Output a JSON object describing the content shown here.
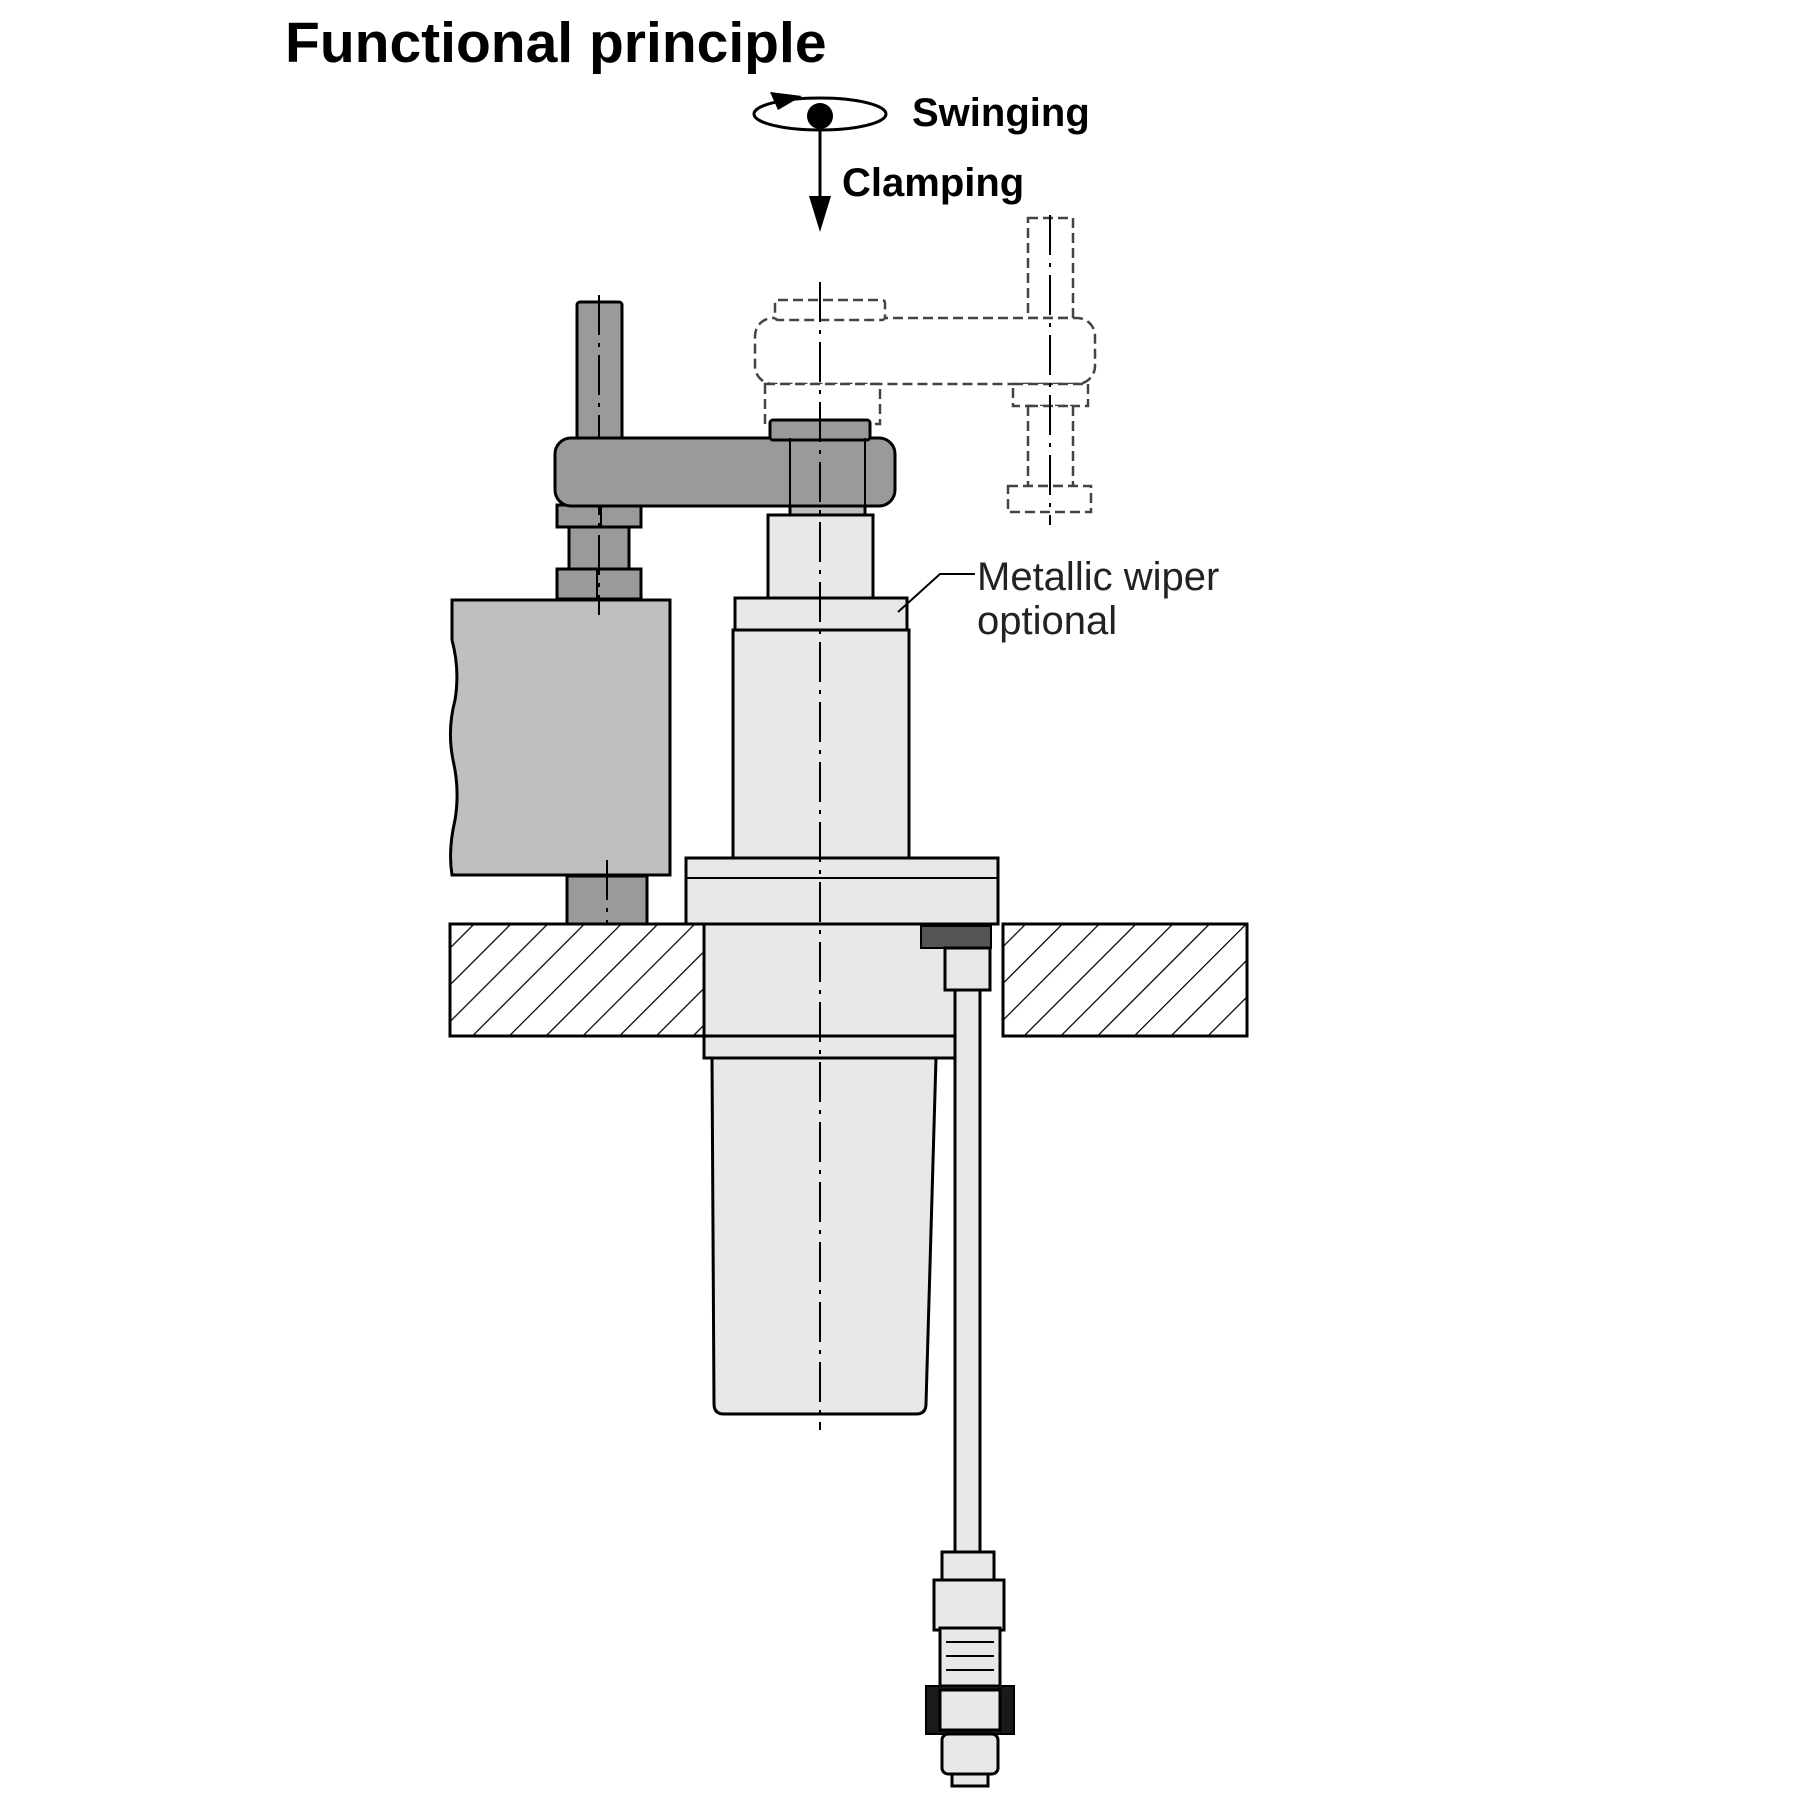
{
  "title": "Functional principle",
  "motion_labels": {
    "swinging": "Swinging",
    "clamping": "Clamping"
  },
  "callout": {
    "line1": "Metallic wiper",
    "line2": "optional"
  }
}
